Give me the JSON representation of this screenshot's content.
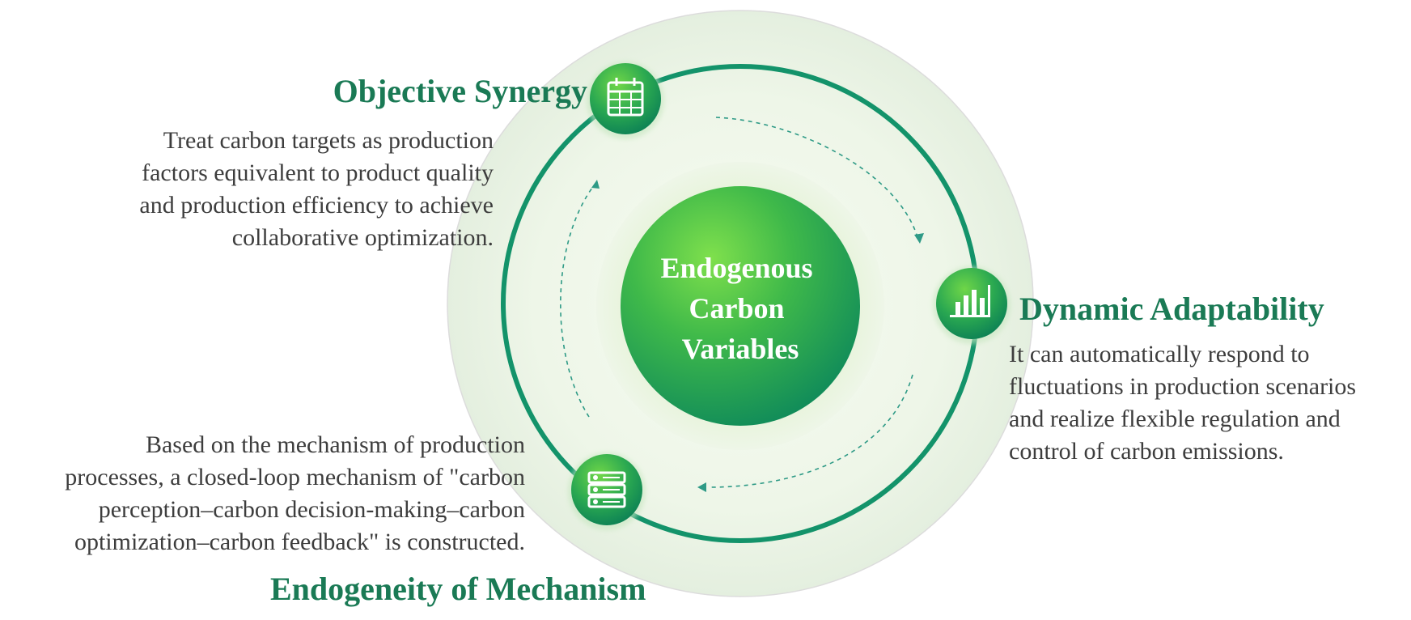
{
  "center": {
    "lines": [
      "Endogenous",
      "Carbon",
      "Variables"
    ]
  },
  "synergy": {
    "title": "Objective Synergy",
    "lines": [
      "Treat carbon targets as production",
      "factors equivalent to product quality",
      "and production efficiency to achieve",
      "collaborative optimization."
    ],
    "icon": "calendar-grid-icon"
  },
  "adaptability": {
    "title": "Dynamic Adaptability",
    "lines": [
      "It can automatically respond to",
      "fluctuations in production scenarios",
      "and realize flexible regulation and",
      "control of carbon emissions."
    ],
    "icon": "bar-chart-icon"
  },
  "mechanism": {
    "title": "Endogeneity of Mechanism",
    "lines": [
      "Based on the mechanism of production",
      "processes, a closed-loop mechanism of \"carbon",
      "perception–carbon decision-making–carbon",
      "optimization–carbon feedback\" is constructed."
    ],
    "icon": "server-list-icon"
  },
  "colors": {
    "heading": "#1a7a55",
    "ring": "#13936a",
    "text": "#3d3d3d",
    "center_light": "#5fd04a",
    "center_dark": "#1a9a5a"
  }
}
